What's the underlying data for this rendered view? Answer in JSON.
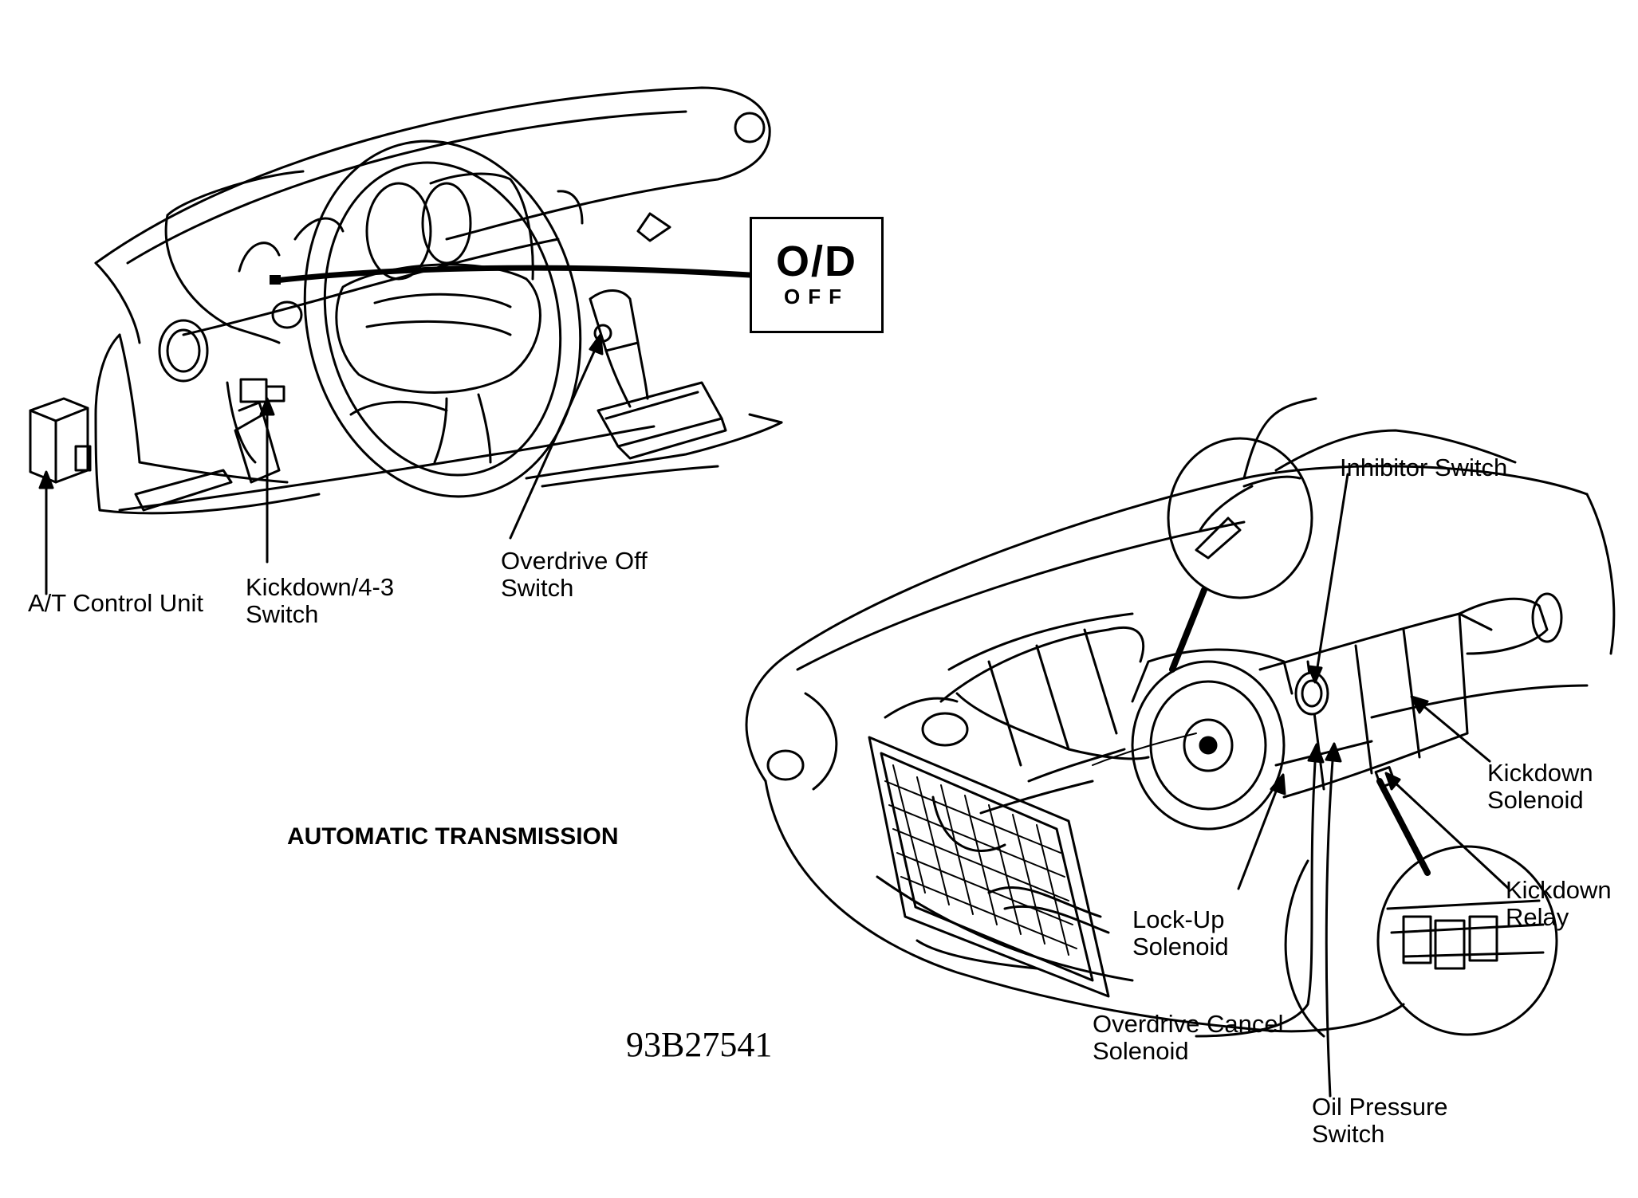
{
  "diagram": {
    "title": "AUTOMATIC TRANSMISSION",
    "code": "93B27541",
    "indicator": {
      "main": "O/D",
      "sub": "OFF"
    },
    "labels": {
      "at_control_unit": [
        "A/T Control Unit"
      ],
      "kickdown_43_switch": [
        "Kickdown/4-3",
        "Switch"
      ],
      "overdrive_off_switch": [
        "Overdrive Off",
        "Switch"
      ],
      "inhibitor_switch": [
        "Inhibitor Switch"
      ],
      "kickdown_solenoid": [
        "Kickdown",
        "Solenoid"
      ],
      "kickdown_relay": [
        "Kickdown",
        "Relay"
      ],
      "lockup_solenoid": [
        "Lock-Up",
        "Solenoid"
      ],
      "overdrive_cancel_solenoid": [
        "Overdrive Cancel",
        "Solenoid"
      ],
      "oil_pressure_switch": [
        "Oil Pressure",
        "Switch"
      ]
    }
  }
}
